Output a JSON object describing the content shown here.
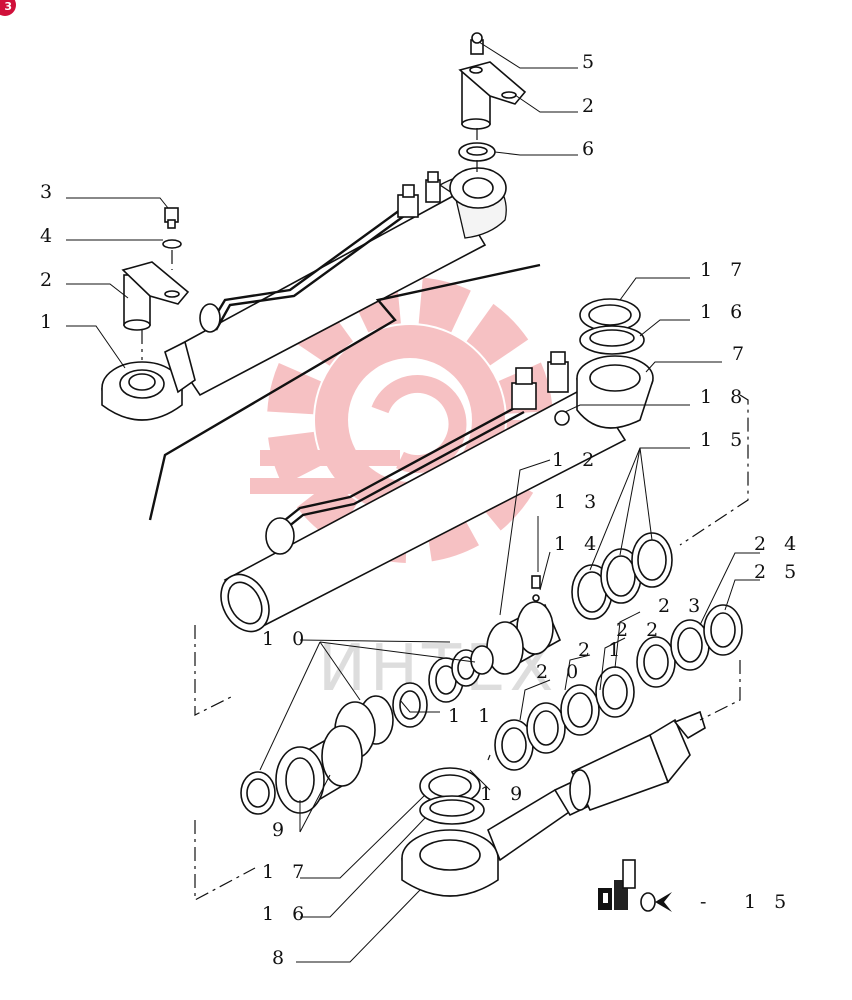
{
  "badge": "3",
  "watermark": "ИНТЕХ",
  "kit_note": {
    "dash": "-",
    "ref": "1 5"
  },
  "callouts": [
    {
      "id": "5",
      "text": "5"
    },
    {
      "id": "2a",
      "text": "2"
    },
    {
      "id": "6",
      "text": "6"
    },
    {
      "id": "3",
      "text": "3"
    },
    {
      "id": "4",
      "text": "4"
    },
    {
      "id": "2b",
      "text": "2"
    },
    {
      "id": "1",
      "text": "1"
    },
    {
      "id": "17a",
      "text": "1 7"
    },
    {
      "id": "16a",
      "text": "1 6"
    },
    {
      "id": "7",
      "text": "7"
    },
    {
      "id": "18",
      "text": "1 8"
    },
    {
      "id": "15",
      "text": "1 5"
    },
    {
      "id": "12",
      "text": "1 2"
    },
    {
      "id": "13",
      "text": "1 3"
    },
    {
      "id": "14",
      "text": "1 4"
    },
    {
      "id": "24",
      "text": "2 4"
    },
    {
      "id": "25",
      "text": "2 5"
    },
    {
      "id": "23",
      "text": "2 3"
    },
    {
      "id": "22",
      "text": "2 2"
    },
    {
      "id": "21",
      "text": "2 1"
    },
    {
      "id": "20",
      "text": "2 0"
    },
    {
      "id": "10",
      "text": "1 0"
    },
    {
      "id": "11",
      "text": "1 1"
    },
    {
      "id": "19",
      "text": "1 9"
    },
    {
      "id": "9",
      "text": "9"
    },
    {
      "id": "17b",
      "text": "1 7"
    },
    {
      "id": "16b",
      "text": "1 6"
    },
    {
      "id": "8",
      "text": "8"
    }
  ]
}
